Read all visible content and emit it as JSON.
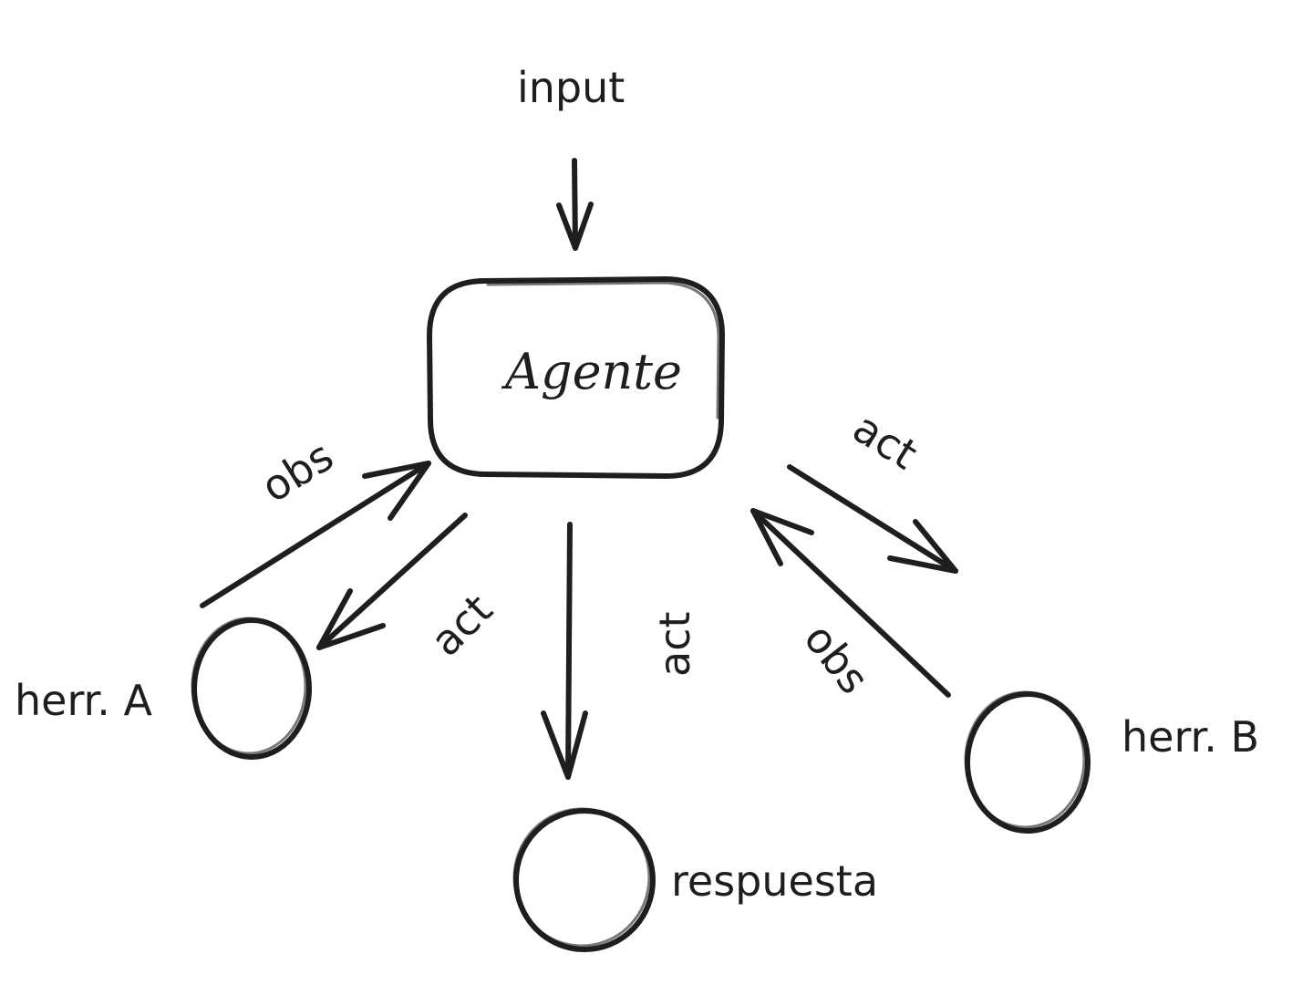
{
  "diagram": {
    "nodes": {
      "input": "input",
      "agent": "Agente",
      "tool_a": "herr. A",
      "tool_b": "herr. B",
      "response": "respuesta"
    },
    "edges": {
      "obs_a": "obs",
      "act_a": "act",
      "act_response": "act",
      "act_b": "act",
      "obs_b": "obs"
    },
    "colors": {
      "ink": "#1e1e1e",
      "background": "#ffffff"
    }
  }
}
